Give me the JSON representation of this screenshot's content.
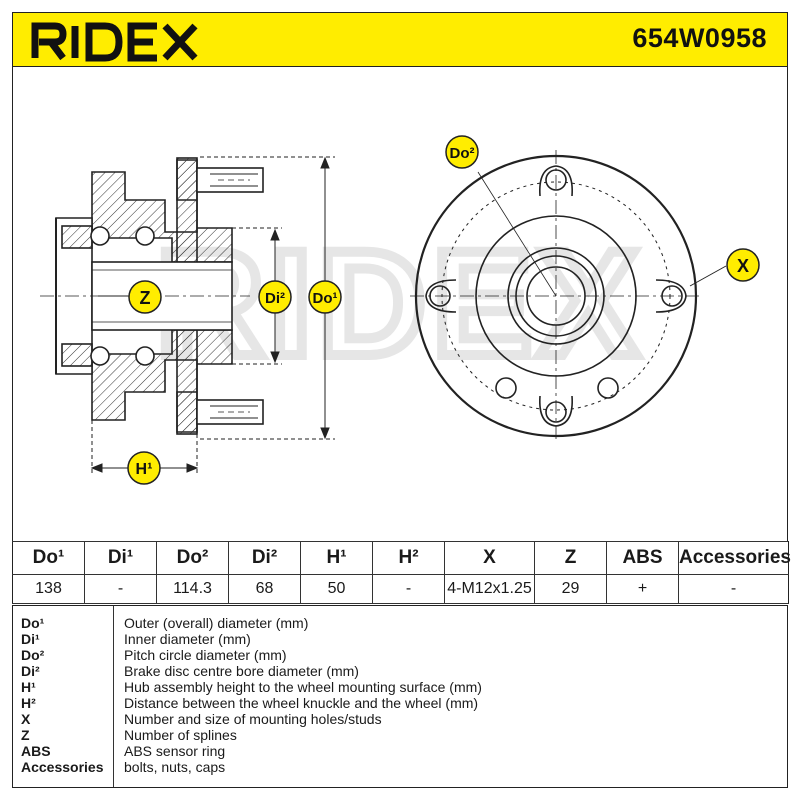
{
  "header": {
    "brand": "RIDEX",
    "part_number": "654W0958"
  },
  "watermark": "RIDEX",
  "callouts": {
    "z": "Z",
    "di2": "Di²",
    "do1": "Do¹",
    "h1": "H¹",
    "do2": "Do²",
    "x": "X"
  },
  "specs": {
    "headers": [
      "Do¹",
      "Di¹",
      "Do²",
      "Di²",
      "H¹",
      "H²",
      "X",
      "Z",
      "ABS",
      "Accessories"
    ],
    "values": [
      "138",
      "-",
      "114.3",
      "68",
      "50",
      "-",
      "4-M12x1.25",
      "29",
      "+",
      "-"
    ]
  },
  "legend": [
    {
      "key": "Do¹",
      "desc": "Outer (overall) diameter (mm)"
    },
    {
      "key": "Di¹",
      "desc": "Inner diameter (mm)"
    },
    {
      "key": "Do²",
      "desc": "Pitch circle diameter (mm)"
    },
    {
      "key": "Di²",
      "desc": "Brake disc centre bore diameter (mm)"
    },
    {
      "key": "H¹",
      "desc": "Hub assembly height to the wheel mounting surface (mm)"
    },
    {
      "key": "H²",
      "desc": "Distance between the wheel knuckle and the wheel (mm)"
    },
    {
      "key": "X",
      "desc": "Number and size of mounting holes/studs"
    },
    {
      "key": "Z",
      "desc": "Number of splines"
    },
    {
      "key": "ABS",
      "desc": "ABS sensor ring"
    },
    {
      "key": "Accessories",
      "desc": "bolts, nuts, caps"
    }
  ],
  "colors": {
    "accent_yellow": "#FFED00",
    "line": "#222222",
    "watermark": "#e9e9e9"
  }
}
